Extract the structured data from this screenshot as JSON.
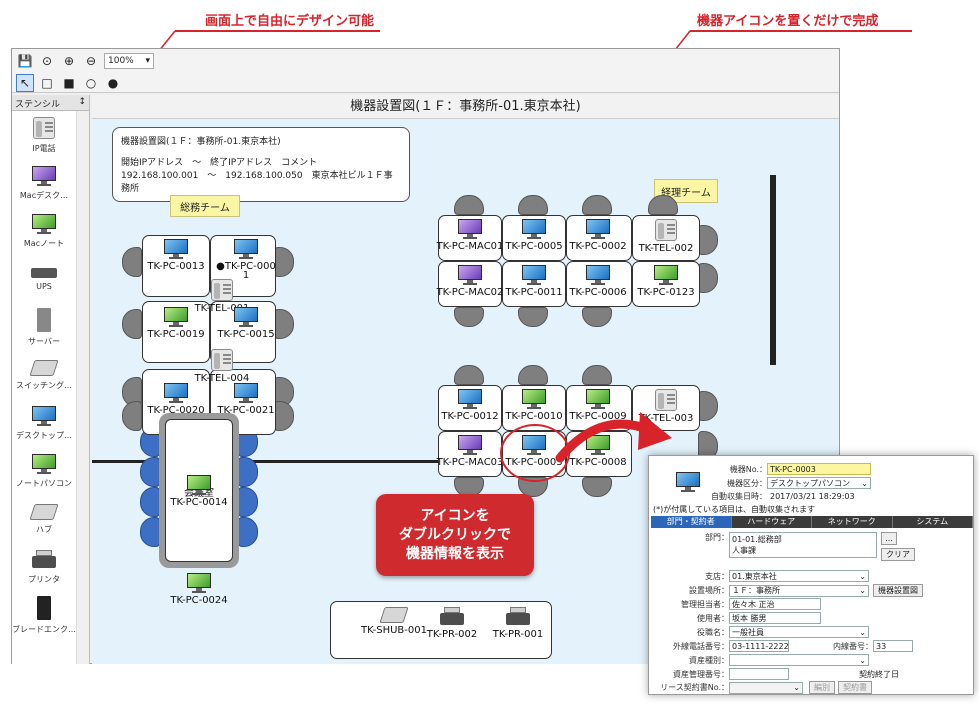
{
  "callouts": {
    "left": "画面上で自由にデザイン可能",
    "right": "機器アイコンを置くだけで完成",
    "badge_line1": "アイコンを",
    "badge_line2": "ダブルクリックで",
    "badge_line3": "機器情報を表示"
  },
  "toolbar": {
    "zoom": "100%"
  },
  "stencil": {
    "header": "ステンシル",
    "items": [
      {
        "label": "IP電話",
        "icon": "phone-icon"
      },
      {
        "label": "Macデスク…",
        "icon": "mac-desktop-icon"
      },
      {
        "label": "Macノート",
        "icon": "mac-notebook-icon"
      },
      {
        "label": "UPS",
        "icon": "ups-icon"
      },
      {
        "label": "サーバー",
        "icon": "server-icon"
      },
      {
        "label": "スイッチング…",
        "icon": "switching-hub-icon"
      },
      {
        "label": "デスクトップ…",
        "icon": "desktop-pc-icon"
      },
      {
        "label": "ノートパソコン",
        "icon": "notebook-pc-icon"
      },
      {
        "label": "ハブ",
        "icon": "hub-icon"
      },
      {
        "label": "プリンタ",
        "icon": "printer-icon"
      },
      {
        "label": "ブレードエンク…",
        "icon": "blade-enclosure-icon"
      }
    ]
  },
  "canvas": {
    "title": "機器設置図(１Ｆ：事務所-01.東京本社)",
    "info_line1": "機器設置図(１Ｆ：事務所-01.東京本社)",
    "info_line2": "開始IPアドレス　～　終了IPアドレス　コメント",
    "info_line3": "192.168.100.001　～　192.168.100.050　東京本社ビル１Ｆ事務所",
    "team_general": "総務チーム",
    "team_accounting": "経理チーム",
    "meeting_room": "会議室"
  },
  "devices": [
    {
      "label": "TK-PC-0013",
      "type": "desktop"
    },
    {
      "label": "●TK-PC-000",
      "label2": "1",
      "type": "desktop"
    },
    {
      "label": "TK-TEL-001",
      "type": "phone"
    },
    {
      "label": "TK-PC-0019",
      "type": "notebook"
    },
    {
      "label": "TK-PC-0015",
      "type": "desktop"
    },
    {
      "label": "TK-TEL-004",
      "type": "phone"
    },
    {
      "label": "TK-PC-0020",
      "type": "desktop"
    },
    {
      "label": "TK-PC-0021",
      "type": "desktop"
    },
    {
      "label": "TK-PC-MAC01",
      "type": "mac"
    },
    {
      "label": "TK-PC-0005",
      "type": "desktop"
    },
    {
      "label": "TK-PC-0002",
      "type": "desktop"
    },
    {
      "label": "TK-TEL-002",
      "type": "phone"
    },
    {
      "label": "TK-PC-MAC02",
      "type": "mac"
    },
    {
      "label": "TK-PC-0011",
      "type": "desktop"
    },
    {
      "label": "TK-PC-0006",
      "type": "desktop"
    },
    {
      "label": "TK-PC-0123",
      "type": "notebook"
    },
    {
      "label": "TK-PC-0012",
      "type": "desktop"
    },
    {
      "label": "TK-PC-0010",
      "type": "notebook"
    },
    {
      "label": "TK-PC-0009",
      "type": "notebook"
    },
    {
      "label": "TK-TEL-003",
      "type": "phone"
    },
    {
      "label": "TK-PC-MAC03",
      "type": "mac"
    },
    {
      "label": "TK-PC-0003",
      "type": "desktop"
    },
    {
      "label": "TK-PC-0008",
      "type": "notebook"
    },
    {
      "label": "TK-PC-0014",
      "type": "notebook"
    },
    {
      "label": "TK-PC-0024",
      "type": "notebook"
    },
    {
      "label": "TK-SHUB-001",
      "type": "hub"
    },
    {
      "label": "TK-PR-002",
      "type": "printer"
    },
    {
      "label": "TK-PR-001",
      "type": "printer"
    }
  ],
  "dialog": {
    "machine_no_label": "機器No.：",
    "machine_no": "TK-PC-0003",
    "category_label": "機器区分：",
    "category": "デスクトップパソコン",
    "collected_label": "自動収集日時：",
    "collected": "2017/03/21 18:29:03",
    "note": "(*)が付属している項目は、自動収集されます",
    "tabs": [
      "部門・契約者",
      "ハードウェア",
      "ネットワーク",
      "システム"
    ],
    "dept_label": "部門：",
    "dept_line1": "01-01.総務部",
    "dept_line2": "人事課",
    "dots_button": "...",
    "clear_button": "クリア",
    "office_label": "支店：",
    "office": "01.東京本社",
    "location_label": "設置場所：",
    "location": "１Ｆ：事務所",
    "layout_button": "機器設置図",
    "manager_label": "管理担当者：",
    "manager": "佐々木 正治",
    "user_label": "使用者：",
    "user": "坂本 勝男",
    "role_label": "役職名：",
    "role": "一般社員",
    "ext_phone_label": "外線電話番号：",
    "ext_phone": "03-1111-2222",
    "int_phone_label": "内線番号：",
    "int_phone": "33",
    "asset_type_label": "資産種別：",
    "asset_mgr_label": "資産管理番号：",
    "lease_label": "リース契約書No.：",
    "contract_end": "契約終了日",
    "btn_detail": "編別",
    "btn_contract": "契約書"
  }
}
